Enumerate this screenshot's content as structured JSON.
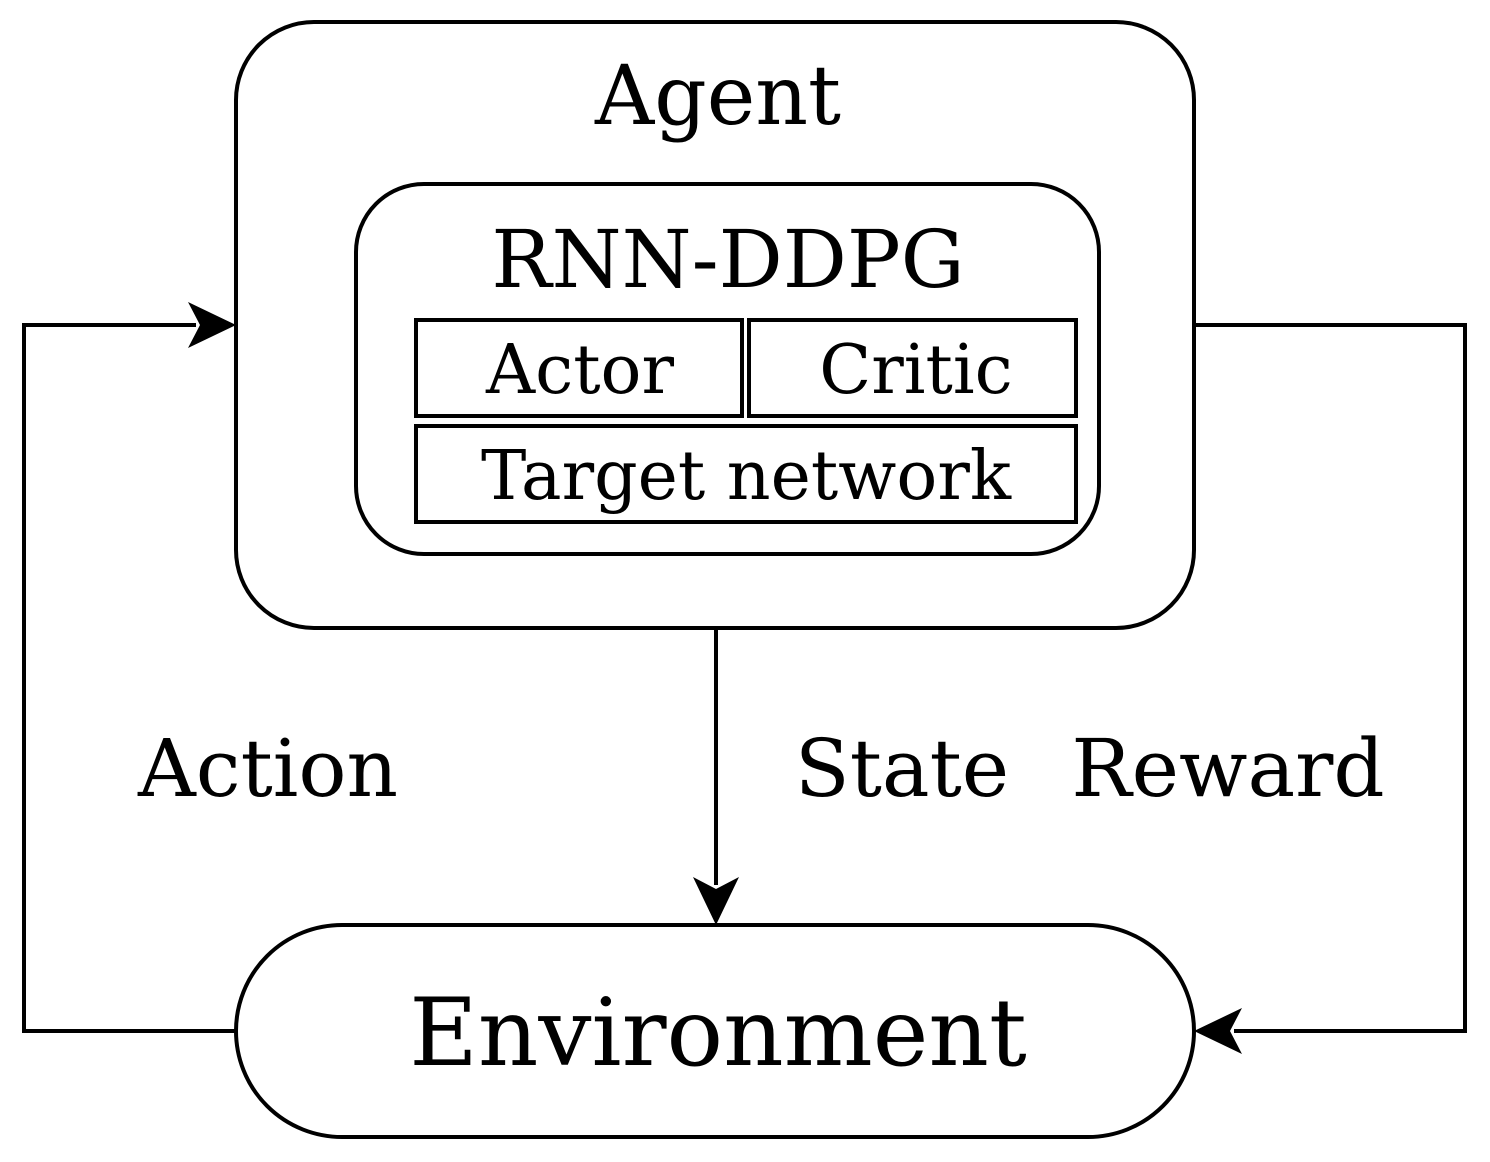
{
  "diagram": {
    "agent": {
      "label": "Agent"
    },
    "algorithm": {
      "label": "RNN-DDPG"
    },
    "components": {
      "actor": "Actor",
      "critic": "Critic",
      "target_network": "Target network"
    },
    "environment": {
      "label": "Environment"
    },
    "edges": {
      "action": "Action",
      "state": "State",
      "reward": "Reward"
    }
  }
}
